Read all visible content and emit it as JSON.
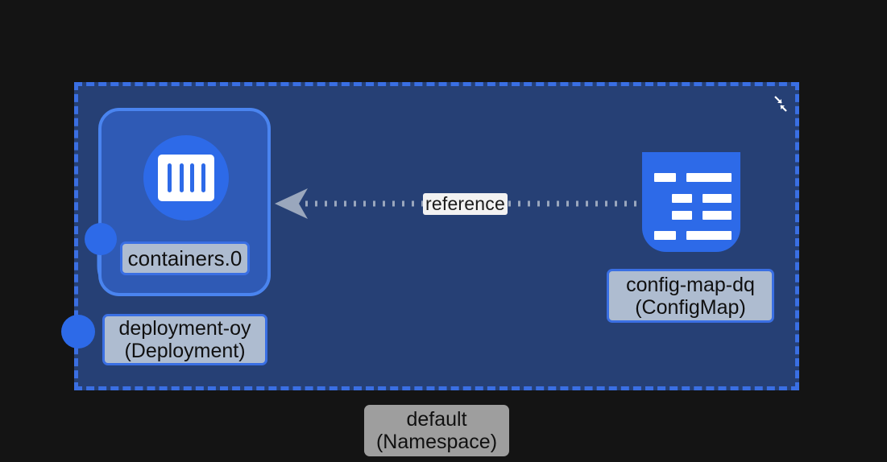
{
  "diagram": {
    "type": "kubernetes-resource-topology",
    "background_color": "#141414",
    "namespace": {
      "label_name": "default",
      "label_kind": "(Namespace)",
      "fill_color": "#264075",
      "border_color": "#3a6fe3",
      "border_style": "dashed",
      "collapse_icon": "collapse-icon"
    },
    "nodes": [
      {
        "id": "deployment-oy",
        "label_name": "deployment-oy",
        "label_kind": "(Deployment)",
        "icon": "pod-container-icon",
        "badge_icon": "dashed-rect-badge-icon",
        "card_fill": "#2f5ab5",
        "card_border": "#4a84ef",
        "collapse_icon": "collapse-icon",
        "child": {
          "id": "containers.0",
          "label_name": "containers.0",
          "badge_icon": "pentagon-badge-icon"
        }
      },
      {
        "id": "config-map-dq",
        "label_name": "config-map-dq",
        "label_kind": "(ConfigMap)",
        "icon": "config-map-icon",
        "icon_fill": "#2d6ae8"
      }
    ],
    "edges": [
      {
        "id": "reference-edge",
        "label": "reference",
        "source": "config-map-dq",
        "target": "containers.0",
        "style": "dotted",
        "arrow": "left",
        "color": "#9aa7bd"
      }
    ]
  }
}
